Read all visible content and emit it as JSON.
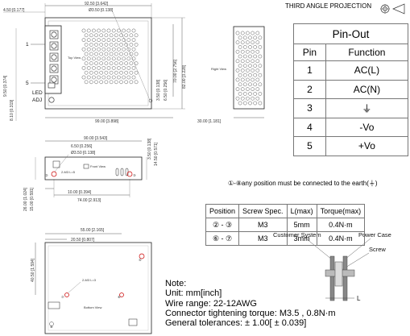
{
  "projection": {
    "label": "THIRD ANGLE PROJECTION"
  },
  "top_view": {
    "label": "Top View",
    "dims": {
      "overall_length": "92.50 [3.642]",
      "hole_dia": "Ø3.50 [0.138]",
      "left_offset": "4.50 [0.177]",
      "height_82": "82.00 [3.228]",
      "height_70": "70.00 [2.756]",
      "dim_650": "6.50 [0.256]",
      "dim_350": "3.50 [0.138]",
      "dim_950": "9.50 [0.374]",
      "dim_810": "8.10 [0.319]",
      "bottom_99": "99.00 [3.898]"
    },
    "markers": {
      "pin1": "1",
      "pin5": "5",
      "led": "LED",
      "adj": "ADJ"
    }
  },
  "right_view": {
    "label": "Right View",
    "dim_30": "30.00 [1.181]"
  },
  "pinout": {
    "title": "Pin-Out",
    "col_pin": "Pin",
    "col_function": "Function",
    "rows": [
      {
        "pin": "1",
        "function": "AC(L)"
      },
      {
        "pin": "2",
        "function": "AC(N)"
      },
      {
        "pin": "3",
        "function": "⏚"
      },
      {
        "pin": "4",
        "function": "-Vo"
      },
      {
        "pin": "5",
        "function": "+Vo"
      }
    ]
  },
  "earth_note": "①-⑧any position must be connected to the earth(⏚)",
  "front_view": {
    "label": "Front View",
    "dims": {
      "d90": "90.00 [3.543]",
      "d650": "6.50 [0.256]",
      "hole": "Ø3.50 [0.138]",
      "d350": "3.50 [0.138]",
      "d1450": "14.50 [0.571]",
      "d10": "10.00 [0.394]",
      "d74": "74.00 [2.913]",
      "d26": "26.00 [1.024]",
      "d15": "15.00 [0.591]",
      "screw": "2-M3 L=5"
    }
  },
  "screw_table": {
    "headers": [
      "Position",
      "Screw Spec.",
      "L(max)",
      "Torque(max)"
    ],
    "rows": [
      [
        "② - ③",
        "M3",
        "5mm",
        "0.4N·m"
      ],
      [
        "⑥ - ⑦",
        "M3",
        "3mm",
        "0.4N·m"
      ]
    ]
  },
  "mount_detail": {
    "customer": "Customer System",
    "case": "Power Case",
    "screw": "Screw",
    "l": "L"
  },
  "bottom_view": {
    "label": "Bottom View",
    "dims": {
      "d55": "55.00 [2.165]",
      "d2050": "20.50 [0.807]",
      "d4050": "40.50 [1.594]",
      "screw": "2-M3 L=3"
    }
  },
  "note": {
    "heading": "Note:",
    "lines": [
      "Unit: mm[inch]",
      "Wire range: 22-12AWG",
      "Connector tightening torque:  M3.5 , 0.8N·m",
      "General tolerances:  ± 1.00[ ± 0.039]"
    ]
  }
}
